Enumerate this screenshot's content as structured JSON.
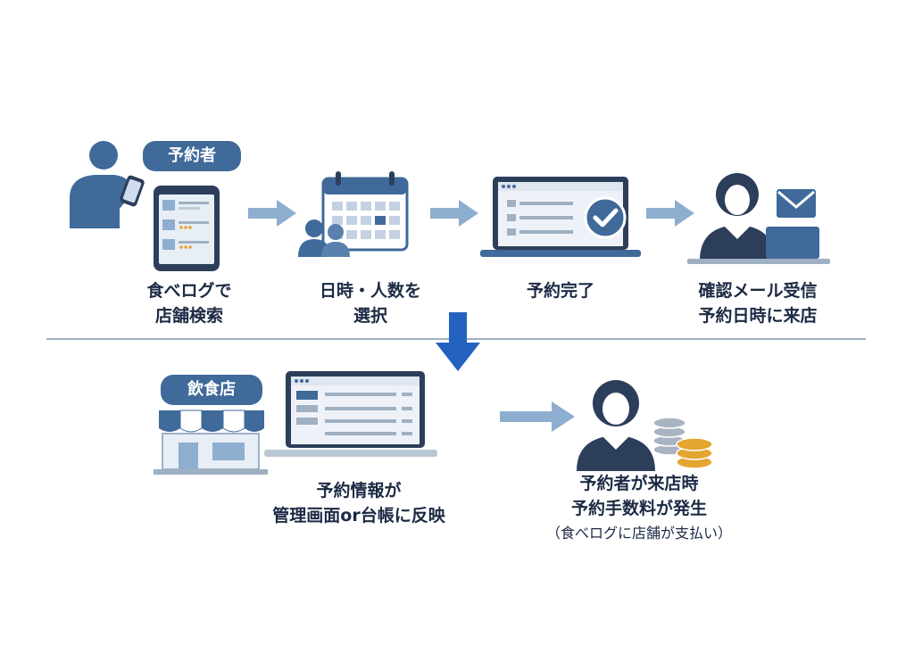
{
  "top_flow": {
    "badge_label": "予約者",
    "steps": [
      {
        "line1": "食べログで",
        "line2": "店舗検索"
      },
      {
        "line1": "日時・人数を",
        "line2": "選択"
      },
      {
        "line1": "予約完了",
        "line2": ""
      },
      {
        "line1": "確認メール受信",
        "line2": "予約日時に来店"
      }
    ]
  },
  "bottom_flow": {
    "badge_label": "飲食店",
    "restaurant_caption": {
      "line1": "予約情報が",
      "line2": "管理画面or台帳に反映"
    },
    "fee_caption": {
      "line1": "予約者が来店時",
      "line2": "予約手数料が発生",
      "note": "（食べログに店舗が支払い）"
    }
  },
  "colors": {
    "primary": "#3f6a9a",
    "dark": "#2c3e5a",
    "arrow": "#8eaed0",
    "down_arrow": "#2462c0",
    "coin_gold": "#e4a531",
    "coin_gray": "#a9b4c2"
  },
  "icons": [
    "person-phone-icon",
    "smartphone-icon",
    "calendar-icon",
    "people-icon",
    "laptop-check-icon",
    "person-laptop-icon",
    "envelope-icon",
    "storefront-icon",
    "laptop-list-icon",
    "person-coins-icon"
  ]
}
